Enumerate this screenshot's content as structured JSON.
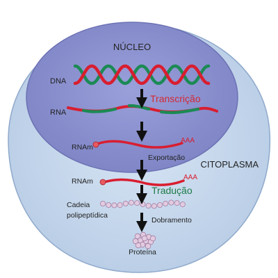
{
  "labels": {
    "nucleus": "NÚCLEO",
    "cytoplasm": "CITOPLASMA",
    "dna": "DNA",
    "rna": "RNA",
    "mrna_nucleus": "RNAm",
    "mrna_cytoplasm": "RNAm",
    "poly_a_nucleus": "AAA",
    "poly_a_cytoplasm": "AAA",
    "chain_line1": "Cadeia",
    "chain_line2": "polipeptídica",
    "protein": "Proteína"
  },
  "steps": {
    "transcription": "Transcrição",
    "export": "Exportação",
    "translation": "Tradução",
    "folding": "Dobramento"
  },
  "colors": {
    "page_background": "#ffffff",
    "cell_fill": "#c6d8ee",
    "cell_stroke": "#8fa9cb",
    "nucleus_fill": "#8d93d0",
    "nucleus_stroke": "#6d72b4",
    "strand_red": "#d81e30",
    "strand_green": "#1c8a55",
    "transcription_text": "#d22a35",
    "translation_text": "#1c7a45",
    "poly_a_text": "#d81e30",
    "label_text": "#222222",
    "arrow": "#111111",
    "bead_fill": "#e2cbe0",
    "bead_stroke": "#a57ea3",
    "cap_fill": "#e85a60"
  }
}
